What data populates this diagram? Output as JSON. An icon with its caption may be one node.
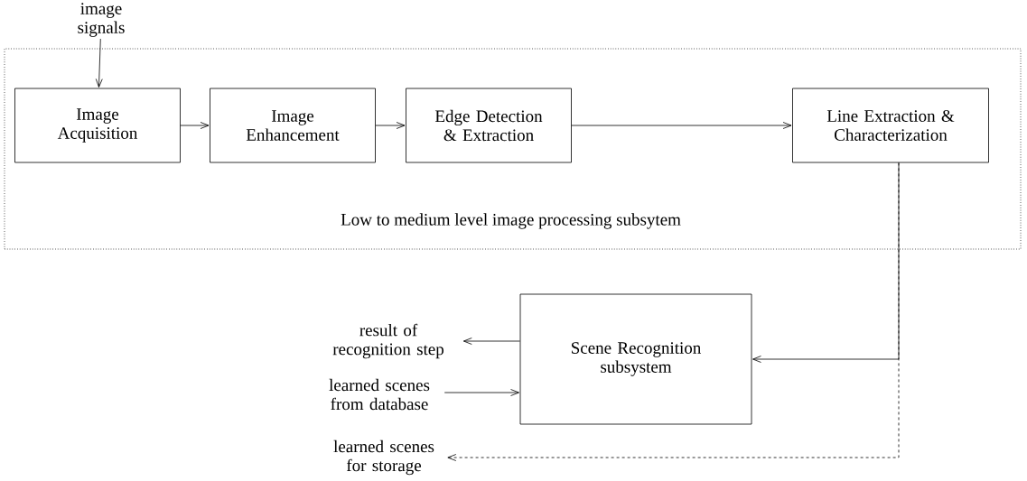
{
  "diagram": {
    "nodes": [
      {
        "text": [
          "Low to medium level image processing subsytem"
        ]
      },
      {
        "text": [
          "image signals"
        ]
      },
      {
        "text": [
          "Image Acquisition"
        ],
        "in": 0
      },
      {
        "text": [
          "Image Enhancement"
        ],
        "in": 0
      },
      {
        "text": [
          "Edge Detection & Extraction"
        ],
        "in": 0
      },
      {
        "text": [
          "Line Extraction & Characterization"
        ],
        "in": 0
      },
      {
        "text": [
          "Scene Recognition subsystem"
        ]
      },
      {
        "text": [
          "result of recognition step"
        ]
      },
      {
        "text": [
          "learned scenes from database"
        ]
      },
      {
        "text": [
          "learned scenes for storage"
        ]
      }
    ],
    "edges": [
      {
        "from": 1,
        "to": 2,
        "arrow": "to"
      },
      {
        "from": 2,
        "to": 3,
        "arrow": "to"
      },
      {
        "from": 3,
        "to": 4,
        "arrow": "to"
      },
      {
        "from": 4,
        "to": 5,
        "arrow": "to"
      },
      {
        "from": 5,
        "to": 6,
        "arrow": "to"
      },
      {
        "from": 6,
        "to": 7,
        "arrow": "to"
      },
      {
        "from": 8,
        "to": 6,
        "arrow": "to"
      },
      {
        "from": 5,
        "to": 9,
        "arrow": "to",
        "style": "dashed"
      }
    ]
  }
}
